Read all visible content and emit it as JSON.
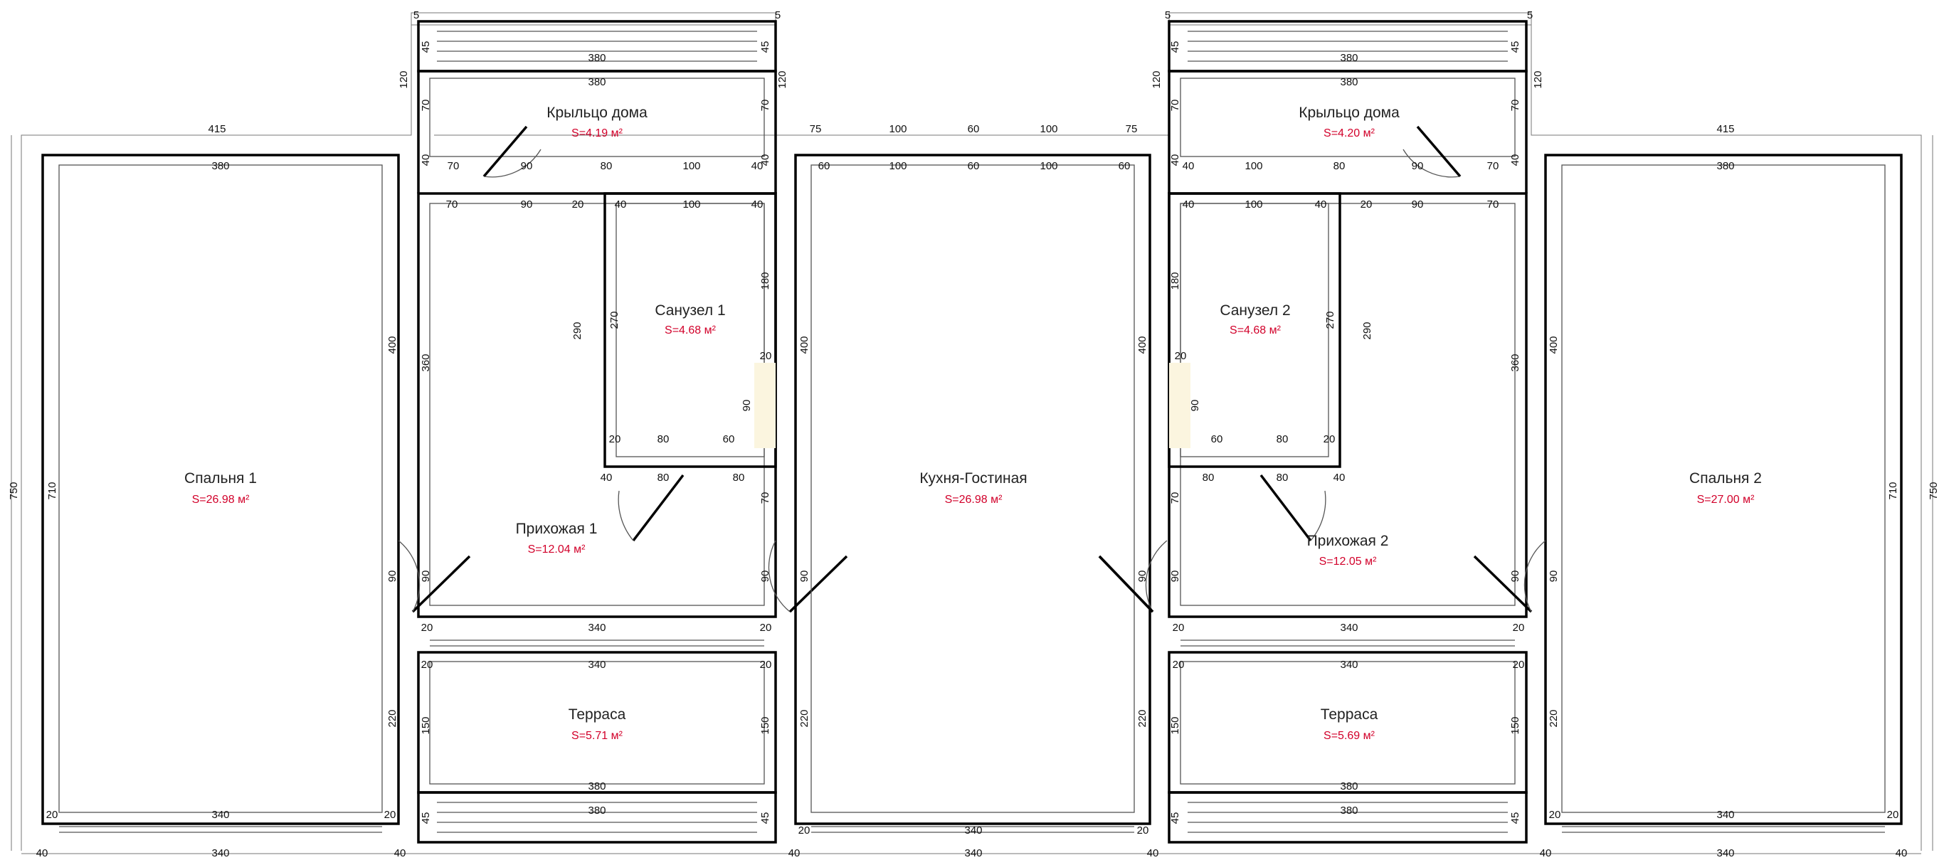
{
  "rooms": {
    "bedroom1": {
      "name": "Спальня 1",
      "area": "S=26.98 м²"
    },
    "bedroom2": {
      "name": "Спальня 2",
      "area": "S=27.00 м²"
    },
    "porch1": {
      "name": "Крыльцо дома",
      "area": "S=4.19 м²"
    },
    "porch2": {
      "name": "Крыльцо дома",
      "area": "S=4.20 м²"
    },
    "bath1": {
      "name": "Санузел 1",
      "area": "S=4.68 м²"
    },
    "bath2": {
      "name": "Санузел 2",
      "area": "S=4.68 м²"
    },
    "hall1": {
      "name": "Прихожая 1",
      "area": "S=12.04 м²"
    },
    "hall2": {
      "name": "Прихожая 2",
      "area": "S=12.05 м²"
    },
    "kitchen": {
      "name": "Кухня-Гостиная",
      "area": "S=26.98 м²"
    },
    "terrace1": {
      "name": "Терраса",
      "area": "S=5.71 м²"
    },
    "terrace2": {
      "name": "Терраса",
      "area": "S=5.69 м²"
    }
  },
  "dimensions": {
    "d5": "5",
    "d20": "20",
    "d40": "40",
    "d45": "45",
    "d60": "60",
    "d70": "70",
    "d75": "75",
    "d80": "80",
    "d90": "90",
    "d100": "100",
    "d120": "120",
    "d150": "150",
    "d180": "180",
    "d220": "220",
    "d270": "270",
    "d290": "290",
    "d340": "340",
    "d360": "360",
    "d380": "380",
    "d400": "400",
    "d415": "415",
    "d710": "710",
    "d750": "750"
  }
}
